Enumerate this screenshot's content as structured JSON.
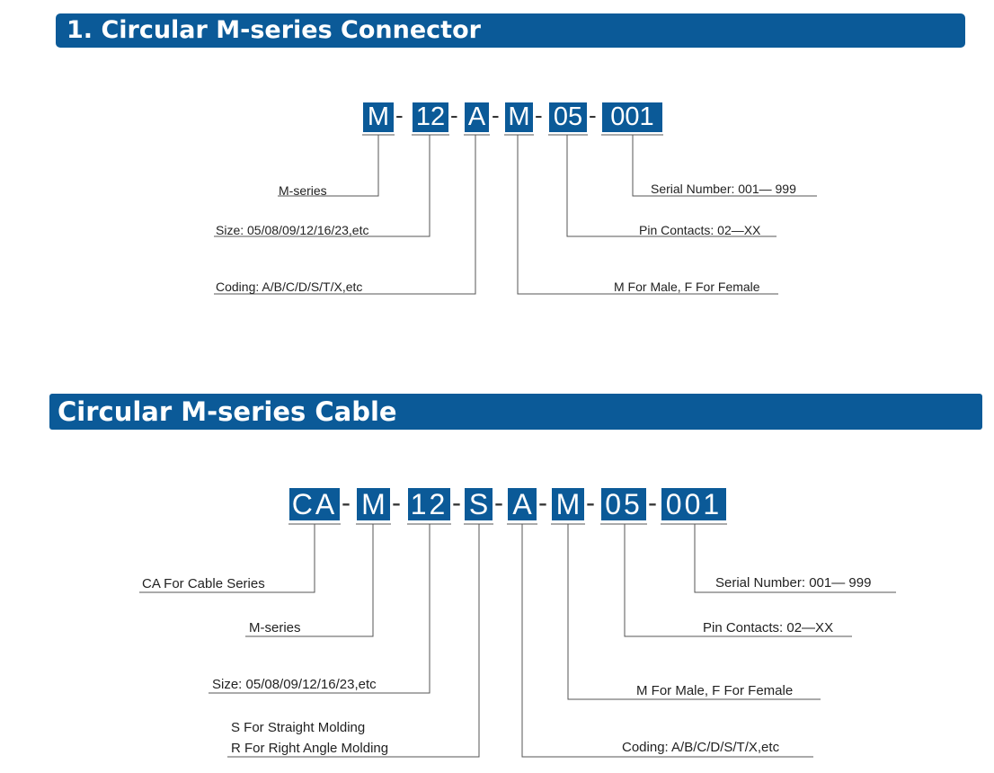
{
  "section1": {
    "title": "1. Circular M-series Connector",
    "code_segments": [
      "M",
      "12",
      "A",
      "M",
      "05",
      "001"
    ],
    "separator": "-",
    "labels": {
      "series": "M-series",
      "size": "Size: 05/08/09/12/16/23,etc",
      "coding": "Coding: A/B/C/D/S/T/X,etc",
      "gender": "M For Male, F For Female",
      "pins": "Pin Contacts: 02—XX",
      "serial": "Serial Number: 001— 999"
    }
  },
  "section2": {
    "title": "Circular M-series Cable",
    "code_segments": [
      "CA",
      "M",
      "12",
      "S",
      "A",
      "M",
      "05",
      "001"
    ],
    "separator": "-",
    "labels": {
      "cable": "CA For Cable Series",
      "series": "M-series",
      "size": "Size: 05/08/09/12/16/23,etc",
      "molding_straight": "S For Straight Molding",
      "molding_right": "R For Right Angle Molding",
      "coding": "Coding: A/B/C/D/S/T/X,etc",
      "gender": "M For Male, F For Female",
      "pins": "Pin Contacts: 02—XX",
      "serial": "Serial Number: 001— 999"
    }
  }
}
